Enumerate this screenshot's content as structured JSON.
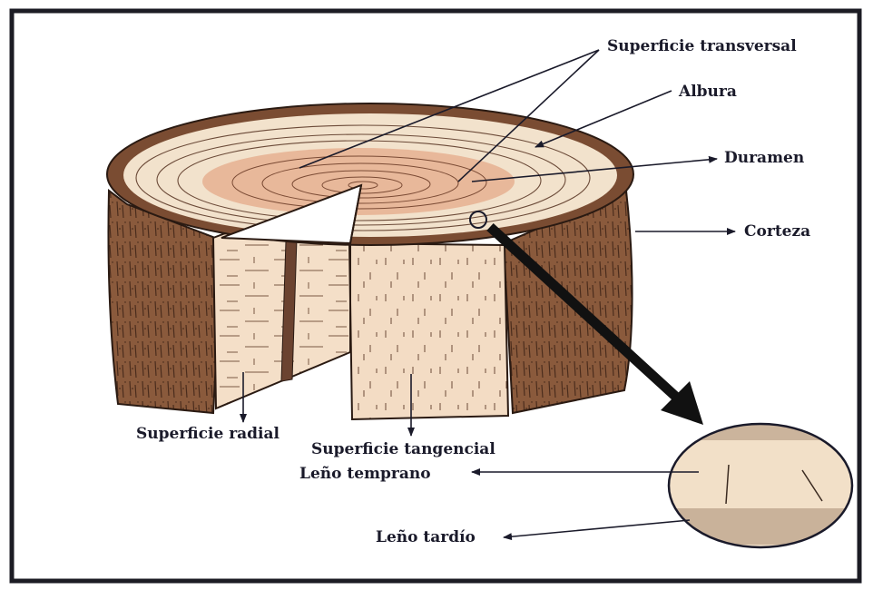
{
  "diagram": {
    "labels": {
      "transversal": "Superficie transversal",
      "albura": "Albura",
      "duramen": "Duramen",
      "corteza": "Corteza",
      "radial": "Superficie radial",
      "tangencial": "Superficie tangencial",
      "temprano": "Leño temprano",
      "tardio": "Leño tardío"
    },
    "colors": {
      "bark": "#8a5a3c",
      "bark_dark": "#5c3a26",
      "sapwood": "#f2e2cc",
      "heartwood": "#e8b89a",
      "tangential_face": "#f3dcc4",
      "radial_face": "#f4dfc8",
      "frame": "#1c1c24",
      "ink": "#1a1a2a"
    }
  }
}
